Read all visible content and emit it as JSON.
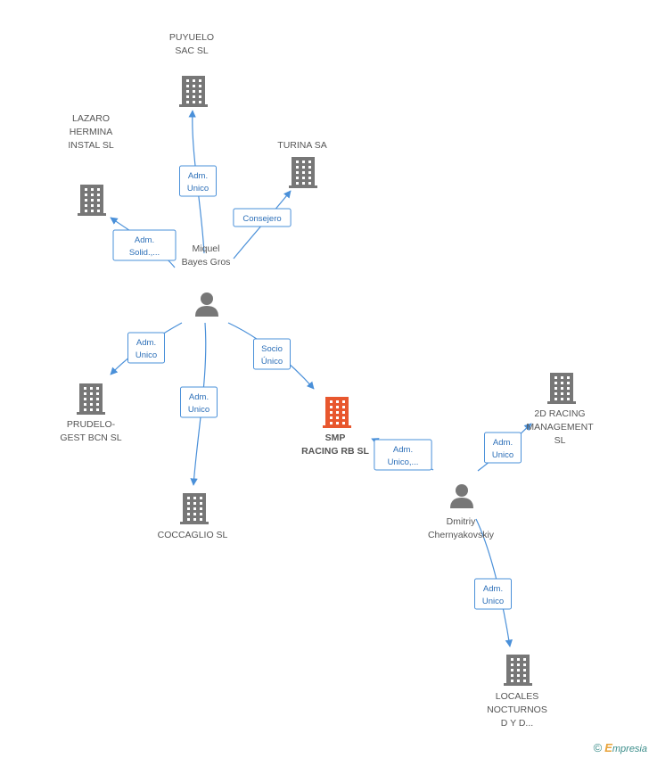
{
  "colors": {
    "company": "#777777",
    "focus_company": "#e8572e",
    "person": "#777777",
    "edge": "#4a90d9",
    "edge_text": "#2c6fb8"
  },
  "nodes": [
    {
      "id": "puyuelo",
      "type": "company",
      "lines": [
        "PUYUELO",
        "SAC SL"
      ]
    },
    {
      "id": "lazaro",
      "type": "company",
      "lines": [
        "LAZARO",
        "HERMINA",
        "INSTAL SL"
      ]
    },
    {
      "id": "turina",
      "type": "company",
      "lines": [
        "TURINA SA"
      ]
    },
    {
      "id": "miquel",
      "type": "person",
      "lines": [
        "Miquel",
        "Bayes Gros"
      ]
    },
    {
      "id": "prudelo",
      "type": "company",
      "lines": [
        "PRUDELO-",
        "GEST BCN SL"
      ]
    },
    {
      "id": "coccaglio",
      "type": "company",
      "lines": [
        "COCCAGLIO SL"
      ]
    },
    {
      "id": "smp",
      "type": "focus",
      "lines": [
        "SMP",
        "RACING RB  SL"
      ]
    },
    {
      "id": "racing2d",
      "type": "company",
      "lines": [
        "2D RACING",
        "MANAGEMENT",
        "SL"
      ]
    },
    {
      "id": "dmitriy",
      "type": "person",
      "lines": [
        "Dmitriy",
        "Chernyakovskiy"
      ]
    },
    {
      "id": "locales",
      "type": "company",
      "lines": [
        "LOCALES",
        "NOCTURNOS",
        "D Y D..."
      ]
    }
  ],
  "edges": [
    {
      "from": "miquel",
      "to": "puyuelo",
      "label": [
        "Adm.",
        "Unico"
      ]
    },
    {
      "from": "miquel",
      "to": "lazaro",
      "label": [
        "Adm.",
        "Solid.,..."
      ]
    },
    {
      "from": "miquel",
      "to": "turina",
      "label": [
        "Consejero"
      ]
    },
    {
      "from": "miquel",
      "to": "prudelo",
      "label": [
        "Adm.",
        "Unico"
      ]
    },
    {
      "from": "miquel",
      "to": "coccaglio",
      "label": [
        "Adm.",
        "Unico"
      ]
    },
    {
      "from": "miquel",
      "to": "smp",
      "label": [
        "Socio",
        "Único"
      ]
    },
    {
      "from": "dmitriy",
      "to": "smp",
      "label": [
        "Adm.",
        "Unico,..."
      ]
    },
    {
      "from": "dmitriy",
      "to": "racing2d",
      "label": [
        "Adm.",
        "Unico"
      ]
    },
    {
      "from": "dmitriy",
      "to": "locales",
      "label": [
        "Adm.",
        "Unico"
      ]
    }
  ],
  "footer": {
    "copyright": "©",
    "brand_initial": "E",
    "brand_rest": "mpresia"
  }
}
